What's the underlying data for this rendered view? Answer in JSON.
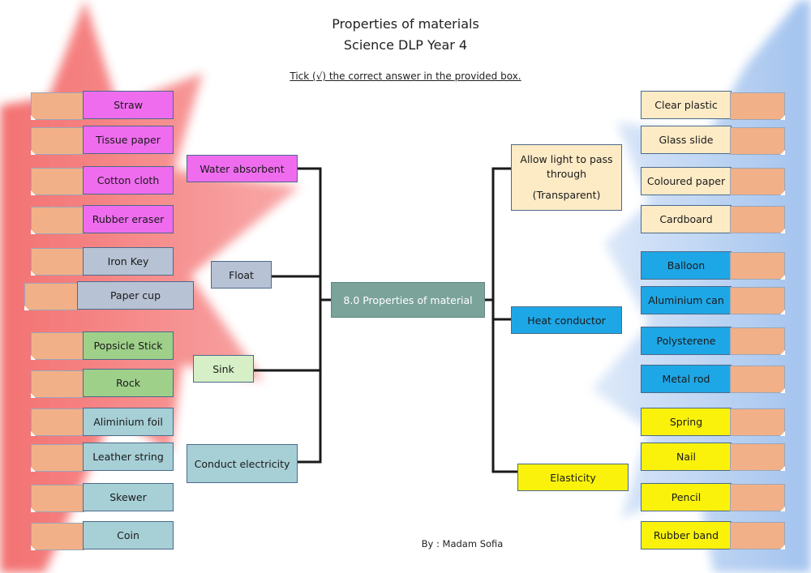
{
  "title_line1": "Properties of materials",
  "title_line2": "Science DLP Year 4",
  "instruction": "Tick (√) the correct answer in the provided box.",
  "credit": "By : Madam Sofia",
  "center": "8.0 Properties of material",
  "properties": {
    "water_absorbent": "Water absorbent",
    "float": "Float",
    "sink": "Sink",
    "conduct_electricity": "Conduct electricity",
    "transparent_line1": "Allow light to pass through",
    "transparent_line2": "(Transparent)",
    "heat_conductor": "Heat conductor",
    "elasticity": "Elasticity"
  },
  "left_items": [
    "Straw",
    "Tissue paper",
    "Cotton cloth",
    "Rubber eraser",
    "Iron Key",
    "Paper cup",
    "Popsicle Stick",
    "Rock",
    "Aliminium foil",
    "Leather string",
    "Skewer",
    "Coin"
  ],
  "right_items": [
    "Clear plastic",
    "Glass slide",
    "Coloured paper",
    "Cardboard",
    "Balloon",
    "Aluminium can",
    "Polysterene",
    "Metal rod",
    "Spring",
    "Nail",
    "Pencil",
    "Rubber band"
  ],
  "colors": {
    "magenta": "#ef6cef",
    "grey": "#b7c2d4",
    "green": "#9fd08a",
    "teal": "#a7cfd6",
    "cream": "#fdebc6",
    "blue": "#1ea7e6",
    "yellow": "#fbf20c",
    "tick_box": "#f2b088",
    "center": "#7ba39a",
    "star_red": "#f47070",
    "star_blue": "#9fc2ee"
  }
}
